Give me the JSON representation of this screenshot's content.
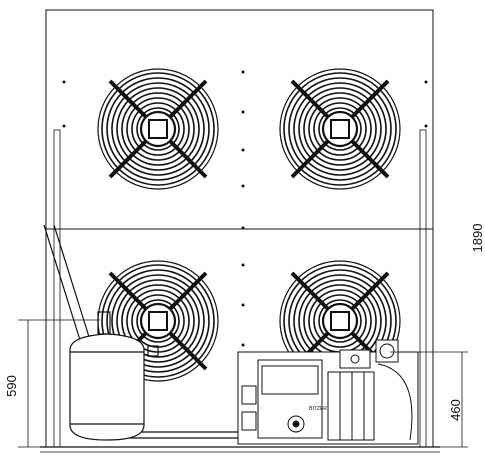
{
  "dimensions": {
    "overall_height": "1890",
    "receiver_height": "590",
    "compressor_height": "460"
  },
  "components": {
    "fans": [
      {
        "name": "fan-top-left"
      },
      {
        "name": "fan-top-right"
      },
      {
        "name": "fan-bottom-left"
      },
      {
        "name": "fan-bottom-right"
      }
    ],
    "compressor_label": "BITZER"
  },
  "colors": {
    "line": "#111111",
    "background": "#ffffff"
  }
}
